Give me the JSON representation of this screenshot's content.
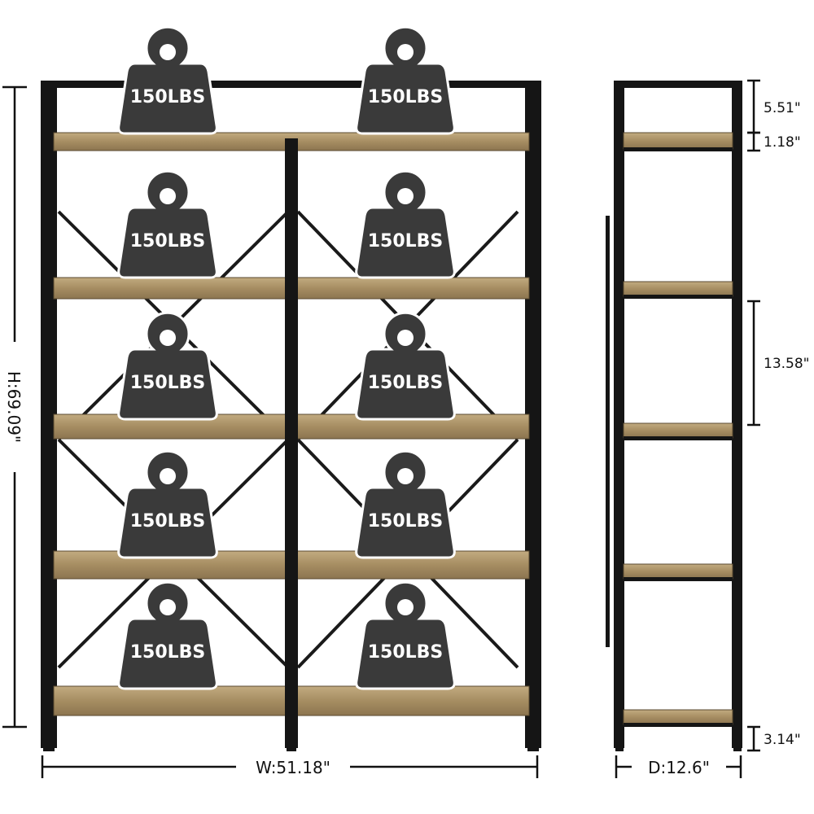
{
  "front_view": {
    "shelf_load_label": "150LBS",
    "width_label": "W:51.18\"",
    "height_label": "H:69.09\""
  },
  "side_view": {
    "depth_label": "D:12.6\"",
    "top_gap_label": "5.51\"",
    "shelf_thickness_label": "1.18\"",
    "shelf_spacing_label": "13.58\"",
    "bottom_gap_label": "3.14\""
  },
  "colors": {
    "steel": "#151515",
    "wood_light": "#b59e72",
    "wood_dark": "#8c7550",
    "weight": "#3a3a3a"
  }
}
